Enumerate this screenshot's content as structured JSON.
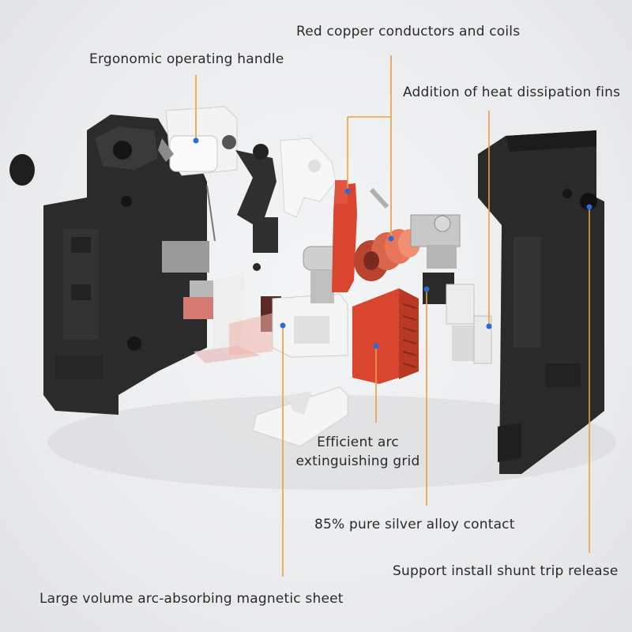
{
  "labels": {
    "copper": "Red copper conductors and coils",
    "handle": "Ergonomic operating handle",
    "fins": "Addition of heat dissipation fins",
    "grid_line1": "Efficient arc",
    "grid_line2": "extinguishing grid",
    "silver": "85% pure silver alloy contact",
    "shunt": "Support install shunt trip release",
    "magnetic": "Large volume arc-absorbing magnetic sheet"
  },
  "colors": {
    "leader": "#e8a040",
    "marker": "#2a6bd6",
    "housing": "#2b2b2b",
    "copper": "#d9452e",
    "white_part": "#f4f4f4"
  }
}
